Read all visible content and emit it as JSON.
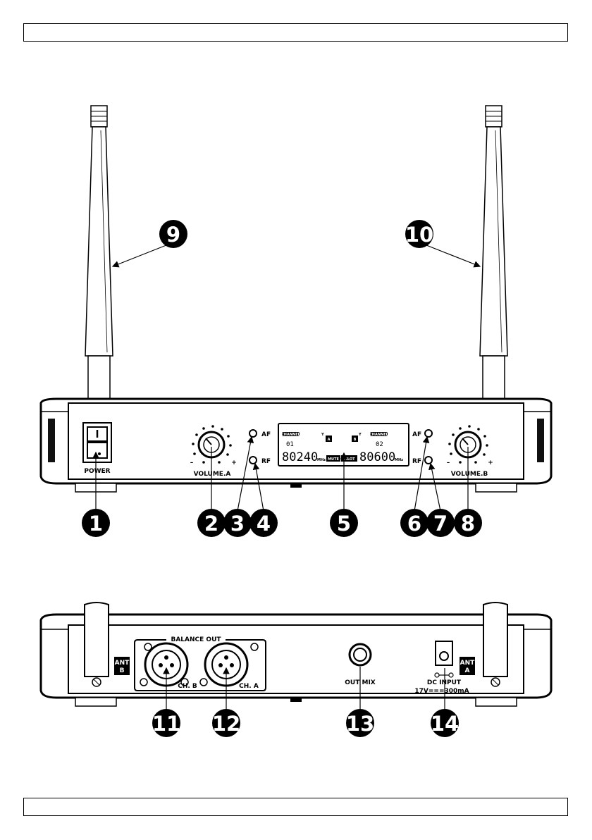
{
  "front_panel": {
    "power_label": "POWER",
    "volume_a_label": "VOLUME.A",
    "volume_b_label": "VOLUME.B",
    "af_label": "AF",
    "rf_label": "RF",
    "minus": "–",
    "plus": "+",
    "lcd": {
      "channel_tag": "CHANNEL",
      "channel_a": "01",
      "channel_b": "02",
      "antenna_a": "A",
      "antenna_b": "B",
      "freq_a": "80240",
      "freq_b": "80600",
      "unit": "MHz",
      "mute": "MUTE",
      "pilot": "PILOT"
    }
  },
  "rear_panel": {
    "balance_out_label": "BALANCE OUT",
    "ch_b_label": "CH. B",
    "ch_a_label": "CH. A",
    "ant_b_label_1": "ANT",
    "ant_b_label_2": "B",
    "ant_a_label_1": "ANT",
    "ant_a_label_2": "A",
    "out_mix_label": "OUT MIX",
    "dc_input_label": "DC INPUT",
    "dc_rating_label": "17V===300mA"
  },
  "callouts": [
    "1",
    "2",
    "3",
    "4",
    "5",
    "6",
    "7",
    "8",
    "9",
    "10",
    "11",
    "12",
    "13",
    "14"
  ]
}
